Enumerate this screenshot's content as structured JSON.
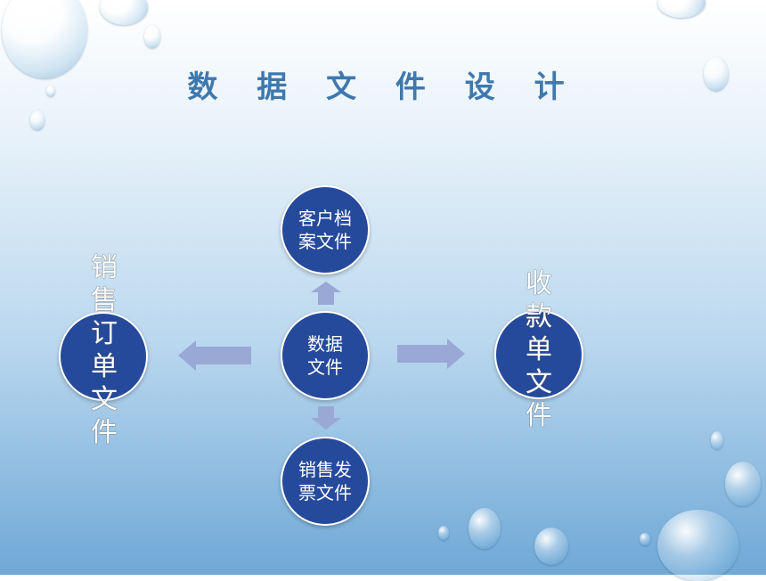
{
  "title": "数 据 文 件 设 计",
  "nodes": {
    "center": "数据文件",
    "top": "客户档案文件",
    "bottom": "销售发票文件",
    "left": "销售订单文件",
    "right": "收款单文件"
  },
  "icons": {
    "arrow_up": "arrow-up-icon",
    "arrow_down": "arrow-down-icon",
    "arrow_left": "arrow-left-icon",
    "arrow_right": "arrow-right-icon",
    "bubbles": "water-drop-icon"
  },
  "colors": {
    "title": "#3f78ad",
    "node_fill": "#254a9c",
    "node_border": "#ffffff",
    "arrow": "#9aa8d6"
  }
}
